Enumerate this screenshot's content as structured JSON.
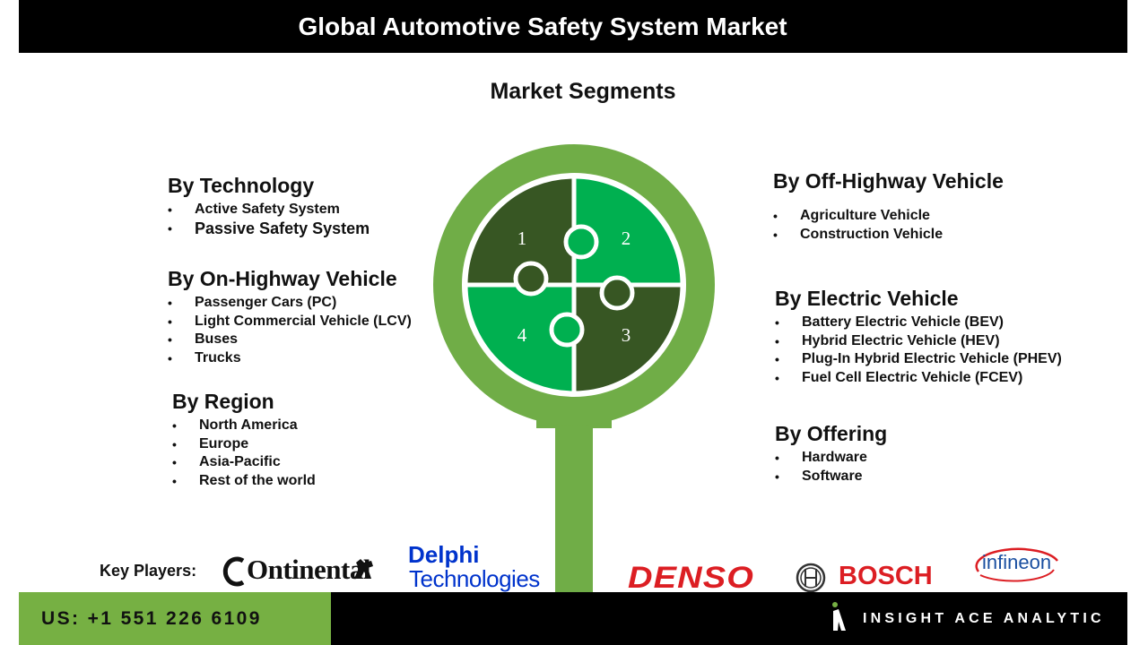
{
  "title": "Global Automotive Safety System Market",
  "subtitle": "Market Segments",
  "left_segments": [
    {
      "heading": "By Technology",
      "items": [
        "Active  Safety  System",
        "Passive Safety System"
      ]
    },
    {
      "heading": "By On-Highway Vehicle",
      "items": [
        "Passenger  Cars  (PC)",
        "Light  Commercial  Vehicle  (LCV)",
        "Buses",
        "Trucks"
      ]
    },
    {
      "heading": "By Region",
      "items": [
        "North America",
        "Europe",
        "Asia-Pacific",
        "Rest of the world"
      ]
    }
  ],
  "right_segments": [
    {
      "heading": "By Off-Highway Vehicle",
      "items": [
        "Agriculture  Vehicle",
        "Construction  Vehicle"
      ]
    },
    {
      "heading": "By Electric Vehicle",
      "items": [
        "Battery  Electric  Vehicle  (BEV)",
        "Hybrid  Electric  Vehicle  (HEV)",
        "Plug-In  Hybrid  Electric  Vehicle  (PHEV)",
        "Fuel  Cell  Electric  Vehicle  (FCEV)"
      ]
    },
    {
      "heading": "By Offering",
      "items": [
        "Hardware",
        "Software"
      ]
    }
  ],
  "puzzle": {
    "piece1": "1",
    "piece2": "2",
    "piece3": "3",
    "piece4": "4"
  },
  "colors": {
    "dark_green": "#375623",
    "bright_green": "#00b050",
    "ring_green": "#70ad47",
    "footer_green": "#76b043"
  },
  "key_players_label": "Key Players:",
  "logos": {
    "continental": "Ontinental",
    "delphi_line1": "Delphi",
    "delphi_line2": "Technologies",
    "denso": "DENSO",
    "bosch": "BOSCH",
    "infineon": "infineon"
  },
  "footer": {
    "phone": "US: +1 551 226 6109",
    "brand": "INSIGHT ACE ANALYTIC"
  }
}
